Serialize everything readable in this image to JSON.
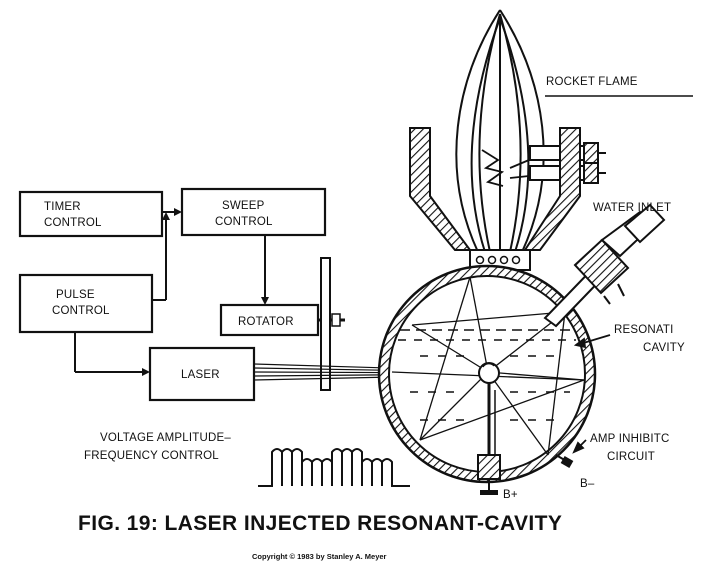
{
  "labels": {
    "timer_control": [
      "TIMER",
      "CONTROL"
    ],
    "sweep_control": [
      "SWEEP",
      "CONTROL"
    ],
    "pulse_control": [
      "PULSE",
      "CONTROL"
    ],
    "rotator": "ROTATOR",
    "laser": "LASER",
    "voltage_control": [
      "VOLTAGE AMPLITUDE–",
      "FREQUENCY CONTROL"
    ],
    "rocket_flame": "ROCKET FLAME",
    "water_inlet": "WATER INLET",
    "resonant_cavity": [
      "RESONATI",
      "CAVITY"
    ],
    "amp_inhibitor": [
      "AMP INHIBITC",
      "CIRCUIT"
    ],
    "b_plus": "B+",
    "b_minus": "B–"
  },
  "caption": "FIG. 19:  LASER INJECTED RESONANT-CAVITY",
  "copyright": "Copyright © 1983 by Stanley A. Meyer",
  "colors": {
    "ink": "#111111",
    "paper": "#ffffff"
  }
}
